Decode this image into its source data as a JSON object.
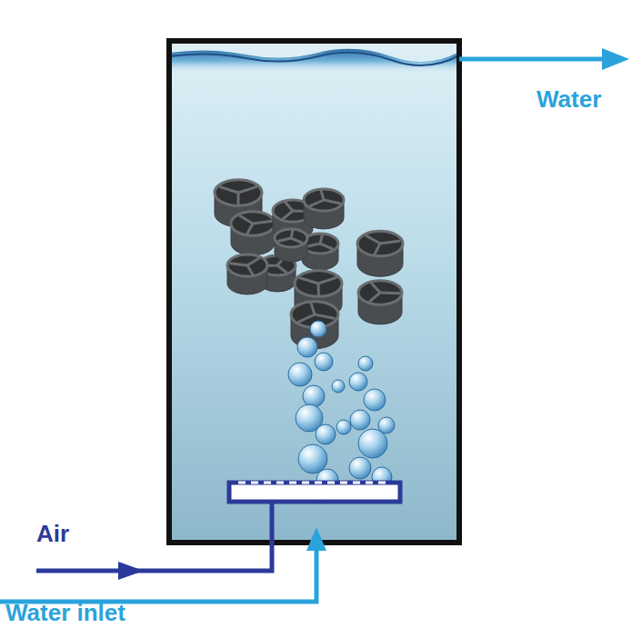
{
  "diagram": {
    "labels": [
      "Water",
      "Air",
      "Water inlet"
    ]
  }
}
